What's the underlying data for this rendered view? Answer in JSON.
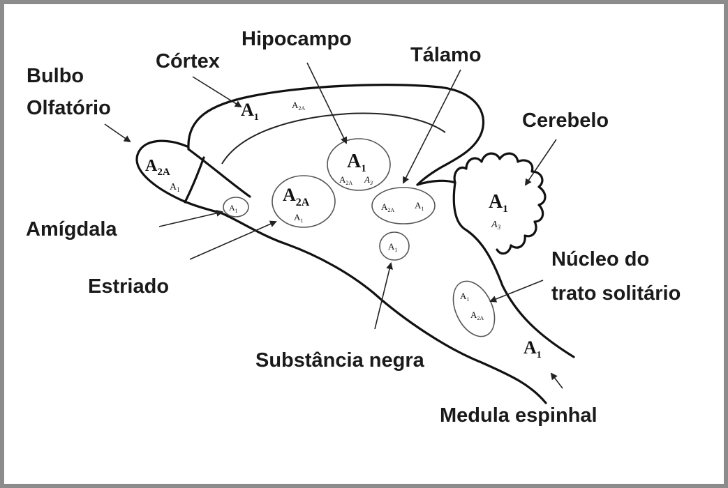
{
  "labels": {
    "bulbo_line1": "Bulbo",
    "bulbo_line2": "Olfatório",
    "cortex": "Córtex",
    "hipocampo": "Hipocampo",
    "talamo": "Tálamo",
    "cerebelo": "Cerebelo",
    "amigdala": "Amígdala",
    "estriado": "Estriado",
    "nucleo_line1": "Núcleo do",
    "nucleo_line2": "trato solitário",
    "substancia": "Substância negra",
    "medula": "Medula espinhal"
  },
  "receptors": {
    "a1": "A",
    "a1_sub": "1",
    "a2a_sub": "2A",
    "a3": "A",
    "a3_sub": "3"
  }
}
